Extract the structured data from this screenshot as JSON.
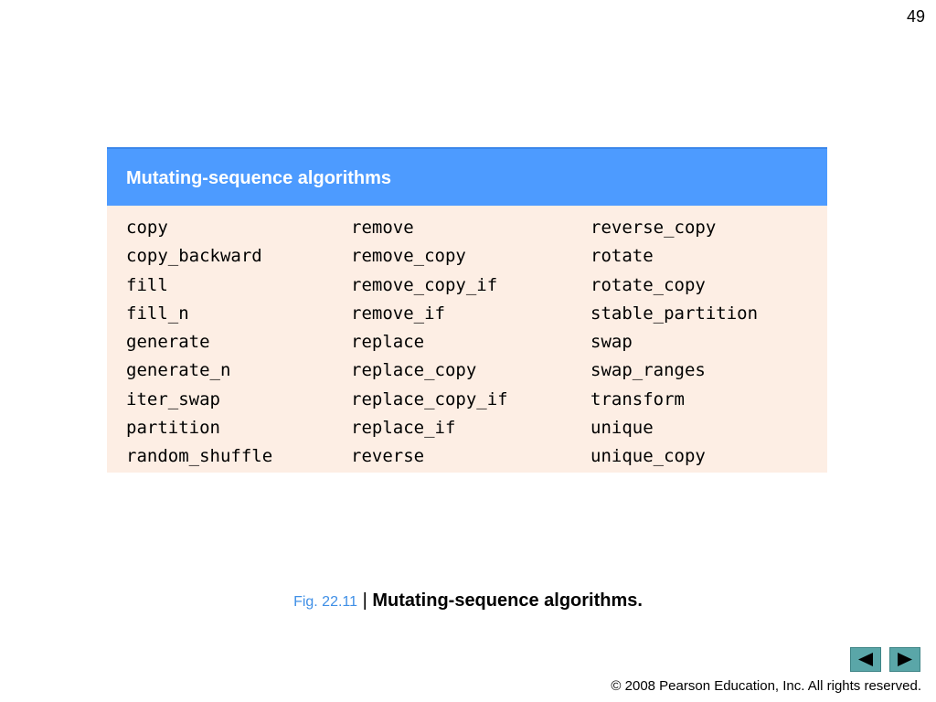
{
  "page_number": "49",
  "table": {
    "header": "Mutating-sequence algorithms",
    "columns": [
      [
        "copy",
        "copy_backward",
        "fill",
        "fill_n",
        "generate",
        "generate_n",
        "iter_swap",
        "partition",
        "random_shuffle"
      ],
      [
        "remove",
        "remove_copy",
        "remove_copy_if",
        "remove_if",
        "replace",
        "replace_copy",
        "replace_copy_if",
        "replace_if",
        "reverse"
      ],
      [
        "reverse_copy",
        "rotate",
        "rotate_copy",
        "stable_partition",
        "swap",
        "swap_ranges",
        "transform",
        "unique",
        "unique_copy"
      ]
    ]
  },
  "caption": {
    "fig_label": "Fig. 22.11",
    "separator": " | ",
    "title": "Mutating-sequence algorithms."
  },
  "nav": {
    "prev_icon": "triangle-left-icon",
    "next_icon": "triangle-right-icon",
    "button_color": "#5aa6a8"
  },
  "footer": {
    "copyright": "© 2008 Pearson Education, Inc.  All rights reserved."
  }
}
